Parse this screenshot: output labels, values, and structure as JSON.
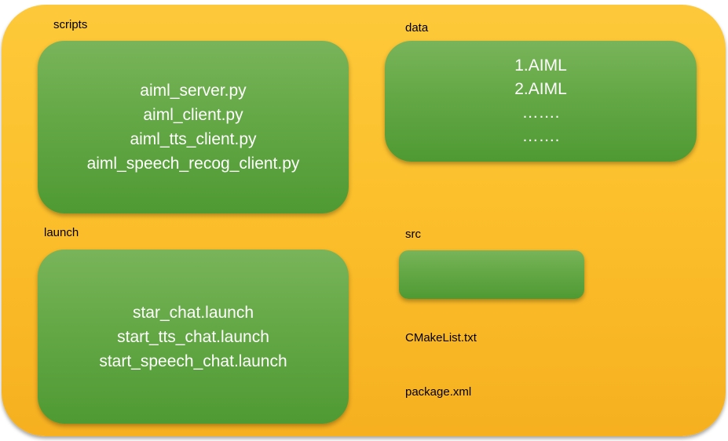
{
  "package": {
    "scripts": {
      "label": "scripts",
      "files": [
        "aiml_server.py",
        "aiml_client.py",
        "aiml_tts_client.py",
        "aiml_speech_recog_client.py"
      ]
    },
    "data": {
      "label": "data",
      "files": [
        "1.AIML",
        "2.AIML",
        "…….",
        "……."
      ]
    },
    "launch": {
      "label": "launch",
      "files": [
        "star_chat.launch",
        "start_tts_chat.launch",
        "start_speech_chat.launch"
      ]
    },
    "src": {
      "label": "src"
    },
    "cmakelist": "CMakeList.txt",
    "package_xml": "package.xml"
  },
  "colors": {
    "package_fill": "#fcc02c",
    "folder_fill": "#64a846",
    "folder_text": "#ffffff",
    "label_text": "#000000"
  }
}
